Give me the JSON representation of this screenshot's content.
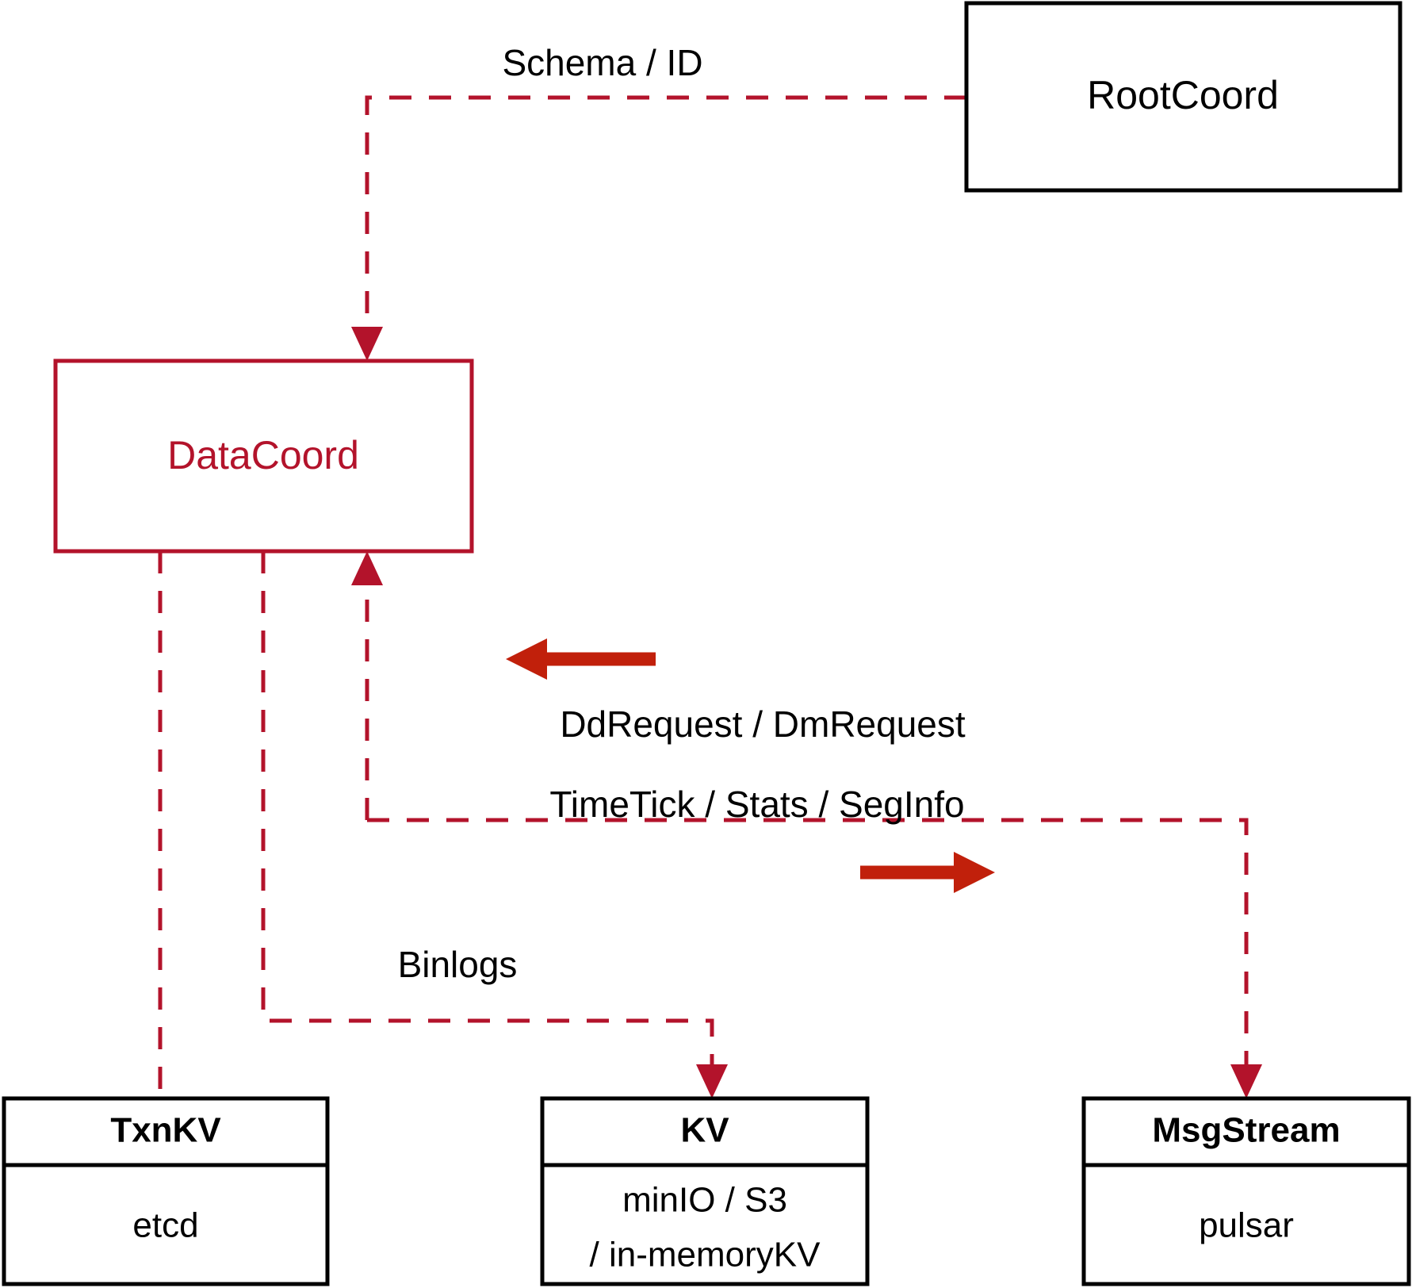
{
  "diagram": {
    "title": "DataCoord component interaction diagram",
    "colors": {
      "accent_red": "#b3132b",
      "arrow_red": "#c1200b",
      "node_stroke_black": "#000000",
      "background": "#ffffff"
    },
    "nodes": {
      "rootcoord": {
        "label": "RootCoord",
        "style": "black-outline"
      },
      "datacoord": {
        "label": "DataCoord",
        "style": "red-outline"
      },
      "txnkv": {
        "title": "TxnKV",
        "subtitle": "etcd",
        "style": "black-outline-split"
      },
      "kv": {
        "title": "KV",
        "subtitle_line1": "minIO / S3",
        "subtitle_line2": "/ in-memoryKV",
        "style": "black-outline-split"
      },
      "msgstream": {
        "title": "MsgStream",
        "subtitle": "pulsar",
        "style": "black-outline-split"
      }
    },
    "edges": [
      {
        "id": "schema-id",
        "label": "Schema / ID",
        "from": "rootcoord",
        "to": "datacoord",
        "style": "dashed",
        "arrow": "end"
      },
      {
        "id": "ddrequest-dmrequest",
        "label": "DdRequest / DmRequest",
        "from": "msgstream",
        "to": "datacoord",
        "style": "dashed",
        "arrow": "end",
        "direction_marker": "left"
      },
      {
        "id": "timetick-stats-seginfo",
        "label": "TimeTick / Stats / SegInfo",
        "from": "datacoord",
        "to": "msgstream",
        "style": "dashed",
        "arrow": "end",
        "direction_marker": "right"
      },
      {
        "id": "binlogs",
        "label": "Binlogs",
        "from": "datacoord",
        "to": "kv",
        "style": "dashed",
        "arrow": "end"
      },
      {
        "id": "txnkv-link",
        "label": "",
        "from": "datacoord",
        "to": "txnkv",
        "style": "dashed",
        "arrow": "none"
      }
    ]
  }
}
